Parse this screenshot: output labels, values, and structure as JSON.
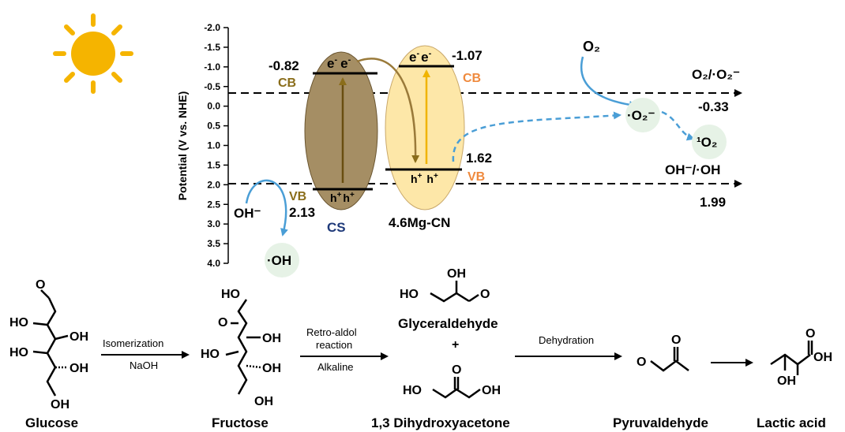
{
  "colors": {
    "cs_fill": "#a58e64",
    "mgcn_fill": "#fde7a8",
    "cs_text": "#8a6d1a",
    "mgcn_text": "#ef8a3e",
    "blue": "#4a9ed6",
    "cs_label": "#1f3a7a",
    "sun": "#f5b400",
    "bubble": "#e6f2e6"
  },
  "axis": {
    "label": "Potential (V vs. NHE)",
    "ticks": [
      "-2.0",
      "-1.5",
      "-1.0",
      "-0.5",
      "0.0",
      "0.5",
      "1.0",
      "1.5",
      "2.0",
      "2.5",
      "3.0",
      "3.5",
      "4.0"
    ],
    "range": [
      -2.0,
      4.0
    ]
  },
  "band": {
    "cs": {
      "name": "CS",
      "cb_value": "-0.82",
      "vb_value": "2.13",
      "cb_label": "CB",
      "vb_label": "VB",
      "electrons": "e",
      "holes": "h"
    },
    "mgcn": {
      "name": "4.6Mg-CN",
      "cb_value": "-1.07",
      "vb_value": "1.62",
      "cb_label": "CB",
      "vb_label": "VB",
      "electrons": "e",
      "holes": "h"
    },
    "sup_minus": "-",
    "sup_plus": "+"
  },
  "redox": {
    "o2_couple": "O₂/·O₂⁻",
    "o2_potential": "-0.33",
    "oh_couple": "OH⁻/·OH",
    "oh_potential": "1.99"
  },
  "species": {
    "o2": "O₂",
    "superoxide": "·O₂⁻",
    "singlet_o2": "¹O₂",
    "hydroxide": "OH⁻",
    "hydroxyl_radical": "·OH"
  },
  "reaction": {
    "glucose": "Glucose",
    "fructose": "Fructose",
    "glyceraldehyde": "Glyceraldehyde",
    "plus": "+",
    "dihydroxyacetone": "1,3 Dihydroxyacetone",
    "pyruvaldehyde": "Pyruvaldehyde",
    "lactic_acid": "Lactic acid",
    "step1_top": "Isomerization",
    "step1_bottom": "NaOH",
    "step2_top_line1": "Retro-aldol",
    "step2_top_line2": "reaction",
    "step2_bottom": "Alkaline",
    "step3_top": "Dehydration"
  },
  "atoms": {
    "o": "O",
    "ho": "HO",
    "oh": "OH",
    "dot_oh": "·OH"
  }
}
